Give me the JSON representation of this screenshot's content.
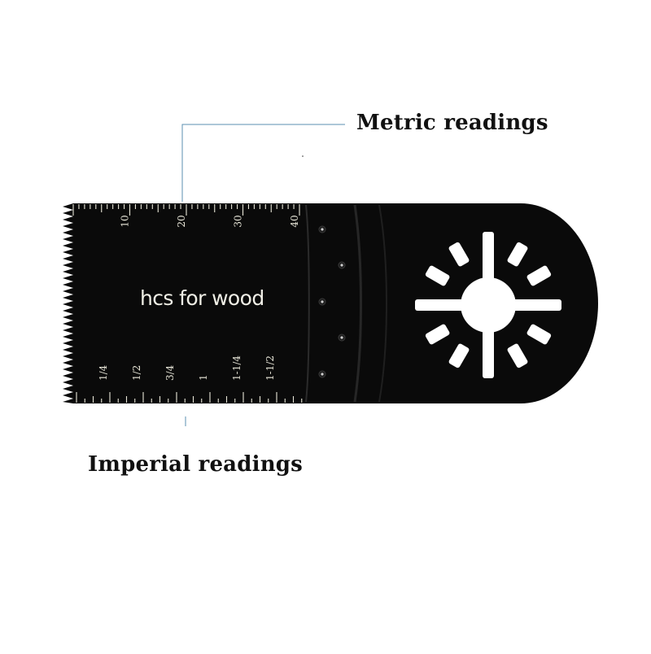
{
  "callouts": {
    "metric": "Metric readings",
    "imperial": "Imperial readings"
  },
  "blade": {
    "label": "hcs for wood",
    "metric_scale": {
      "unit": "mm",
      "ticks": [
        {
          "value": 10,
          "label": "10"
        },
        {
          "value": 20,
          "label": "20"
        },
        {
          "value": 30,
          "label": "30"
        },
        {
          "value": 40,
          "label": "40"
        }
      ]
    },
    "imperial_scale": {
      "unit": "in",
      "ticks": [
        {
          "value": 0.25,
          "label": "1/4"
        },
        {
          "value": 0.5,
          "label": "1/2"
        },
        {
          "value": 0.75,
          "label": "3/4"
        },
        {
          "value": 1.0,
          "label": "1"
        },
        {
          "value": 1.25,
          "label": "1-1/4"
        },
        {
          "value": 1.5,
          "label": "1-1/2"
        }
      ]
    },
    "rivet_count": 5,
    "mount_slot_count": 12
  },
  "colors": {
    "blade": "#0a0a0a",
    "marking": "#e8e6d8",
    "leader_line": "#5b8fb0",
    "label_text": "#111111",
    "background": "#ffffff"
  }
}
